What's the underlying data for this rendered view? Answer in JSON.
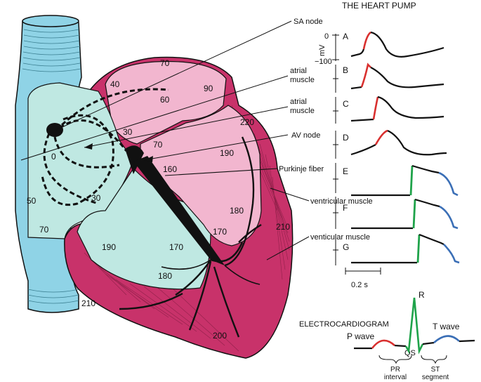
{
  "title": "THE HEART PUMP",
  "colors": {
    "vessel": "#8fd3e6",
    "atrium_fill": "#bfe8e2",
    "ventricle_fill": "#f2b6cf",
    "muscle": "#c8326a",
    "trace_red": "#d9302f",
    "trace_green": "#1fa34a",
    "trace_blue": "#3b6fb6"
  },
  "heart_numbers": [
    "70",
    "40",
    "90",
    "60",
    "30",
    "220",
    "0",
    "70",
    "190",
    "160",
    "50",
    "30",
    "180",
    "70",
    "170",
    "210",
    "190",
    "170",
    "180",
    "210",
    "200"
  ],
  "callouts": [
    {
      "label": "SA node"
    },
    {
      "label": "atrial muscle"
    },
    {
      "label": "atrial muscle"
    },
    {
      "label": "AV node"
    },
    {
      "label": "Purkinje fiber"
    },
    {
      "label": "ventricular muscle"
    },
    {
      "label": "venticular muscle"
    }
  ],
  "axis": {
    "label": "mV",
    "top": "0",
    "bottom": "−100"
  },
  "traces": [
    "A",
    "B",
    "C",
    "D",
    "E",
    "F",
    "G"
  ],
  "scale_bar": "0.2 s",
  "ecg": {
    "title": "ELECTROCARDIOGRAM",
    "p_wave": "P wave",
    "r": "R",
    "qs": "QS",
    "t_wave": "T wave",
    "pr_interval": "PR interval",
    "st_segment": "ST segment"
  }
}
